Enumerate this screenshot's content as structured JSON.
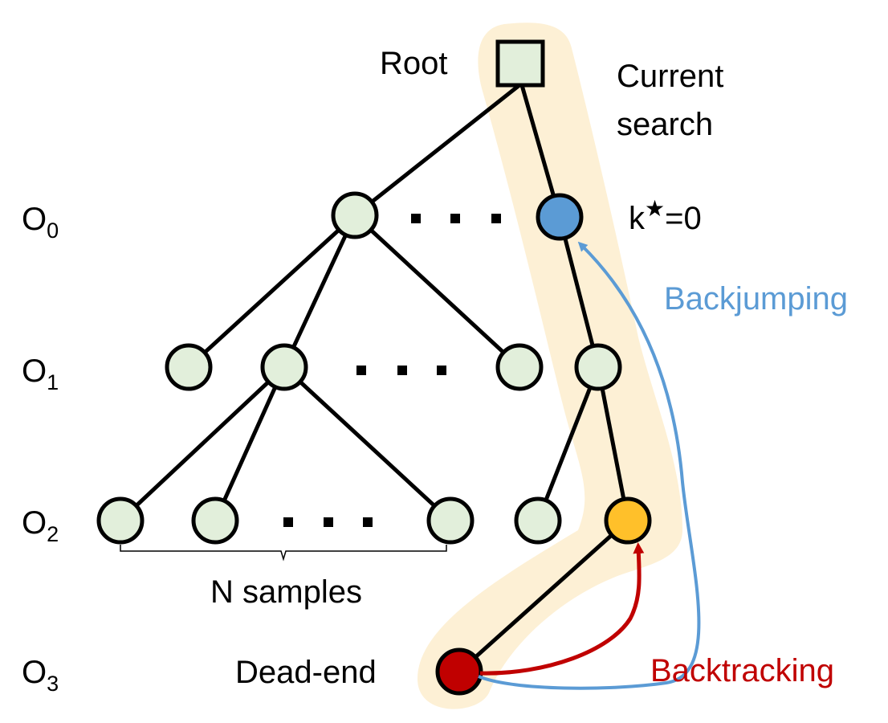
{
  "labels": {
    "root": "Root",
    "current_search_line1": "Current",
    "current_search_line2": "search",
    "k_star_prefix": "k",
    "k_star_suffix": "=0",
    "backjumping": "Backjumping",
    "backtracking": "Backtracking",
    "n_samples": "N samples",
    "dead_end": "Dead-end"
  },
  "levels": [
    {
      "base": "O",
      "sub": "0"
    },
    {
      "base": "O",
      "sub": "1"
    },
    {
      "base": "O",
      "sub": "2"
    },
    {
      "base": "O",
      "sub": "3"
    }
  ],
  "colors": {
    "node_fill": "#e2efdb",
    "node_stroke": "#000000",
    "highlight": "#fdf0d5",
    "k_star_node": "#5b9bd5",
    "dead_end_node": "#c00000",
    "backtrack_target_node": "#ffc02a",
    "backjumping": "#5b9bd5",
    "backtracking": "#c00000"
  }
}
